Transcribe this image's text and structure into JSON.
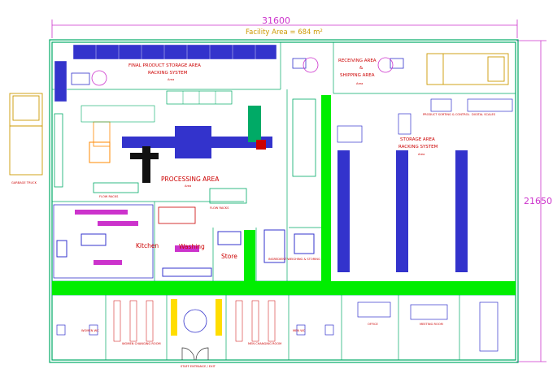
{
  "dimensions": {
    "width": "31600",
    "height": "21650"
  },
  "facility_area": "Facility Area = 684 m²",
  "labels": {
    "final_storage_1": "FINAL PRODUCT STORAGE AREA",
    "final_storage_2": "RACKING SYSTEM",
    "receiving_1": "RECEIVING AREA",
    "receiving_2": "&",
    "receiving_3": "SHIPPING AREA",
    "storage_1": "STORAGE AREA",
    "storage_2": "RACKING SYSTEM",
    "processing": "PROCESSING AREA",
    "kitchen": "Kitchen",
    "washing": "Washing",
    "store": "Store",
    "garbage_truck": "GARBAGE TRUCK",
    "women_wc": "WOMEN WC",
    "men_wc": "MEN WC",
    "women_changing": "WOMEN CHANGING ROOM",
    "men_changing": "MEN CHANGING ROOM",
    "office": "OFFICE",
    "meeting_room": "MEETING ROOM",
    "entrance": "STAFF ENTRANCE / EXIT",
    "flow_racks_1": "FLOW RACKS",
    "flow_racks_2": "FLOW RACKS",
    "product_sorting": "PRODUCT SORTING & CONTROL",
    "digital_scales": "DIGITAL SCALES",
    "ingredient_weighing": "INGREDIENT WEIGHING & STORING",
    "area_word": "Area"
  },
  "colors": {
    "wall": "#00ee00",
    "rack": "#3333cc",
    "outline": "#00aa66",
    "dimension": "#cc33cc",
    "label": "#cc0000",
    "accent": "#cc9900"
  }
}
